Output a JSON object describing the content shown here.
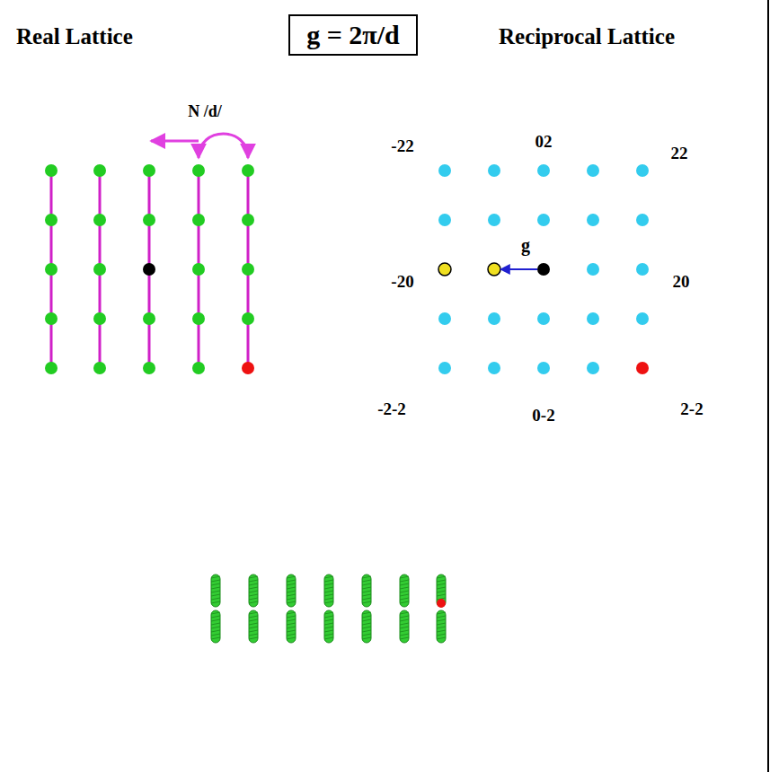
{
  "diagram": {
    "nodes": [
      {
        "text": [
          "g = 2π/d"
        ]
      }
    ],
    "labels": [
      "Real Lattice",
      "Reciprocal Lattice",
      "N /d/",
      "g",
      "-22",
      "02",
      "22",
      "-20",
      "20",
      "-2-2",
      "0-2",
      "2-2"
    ]
  }
}
